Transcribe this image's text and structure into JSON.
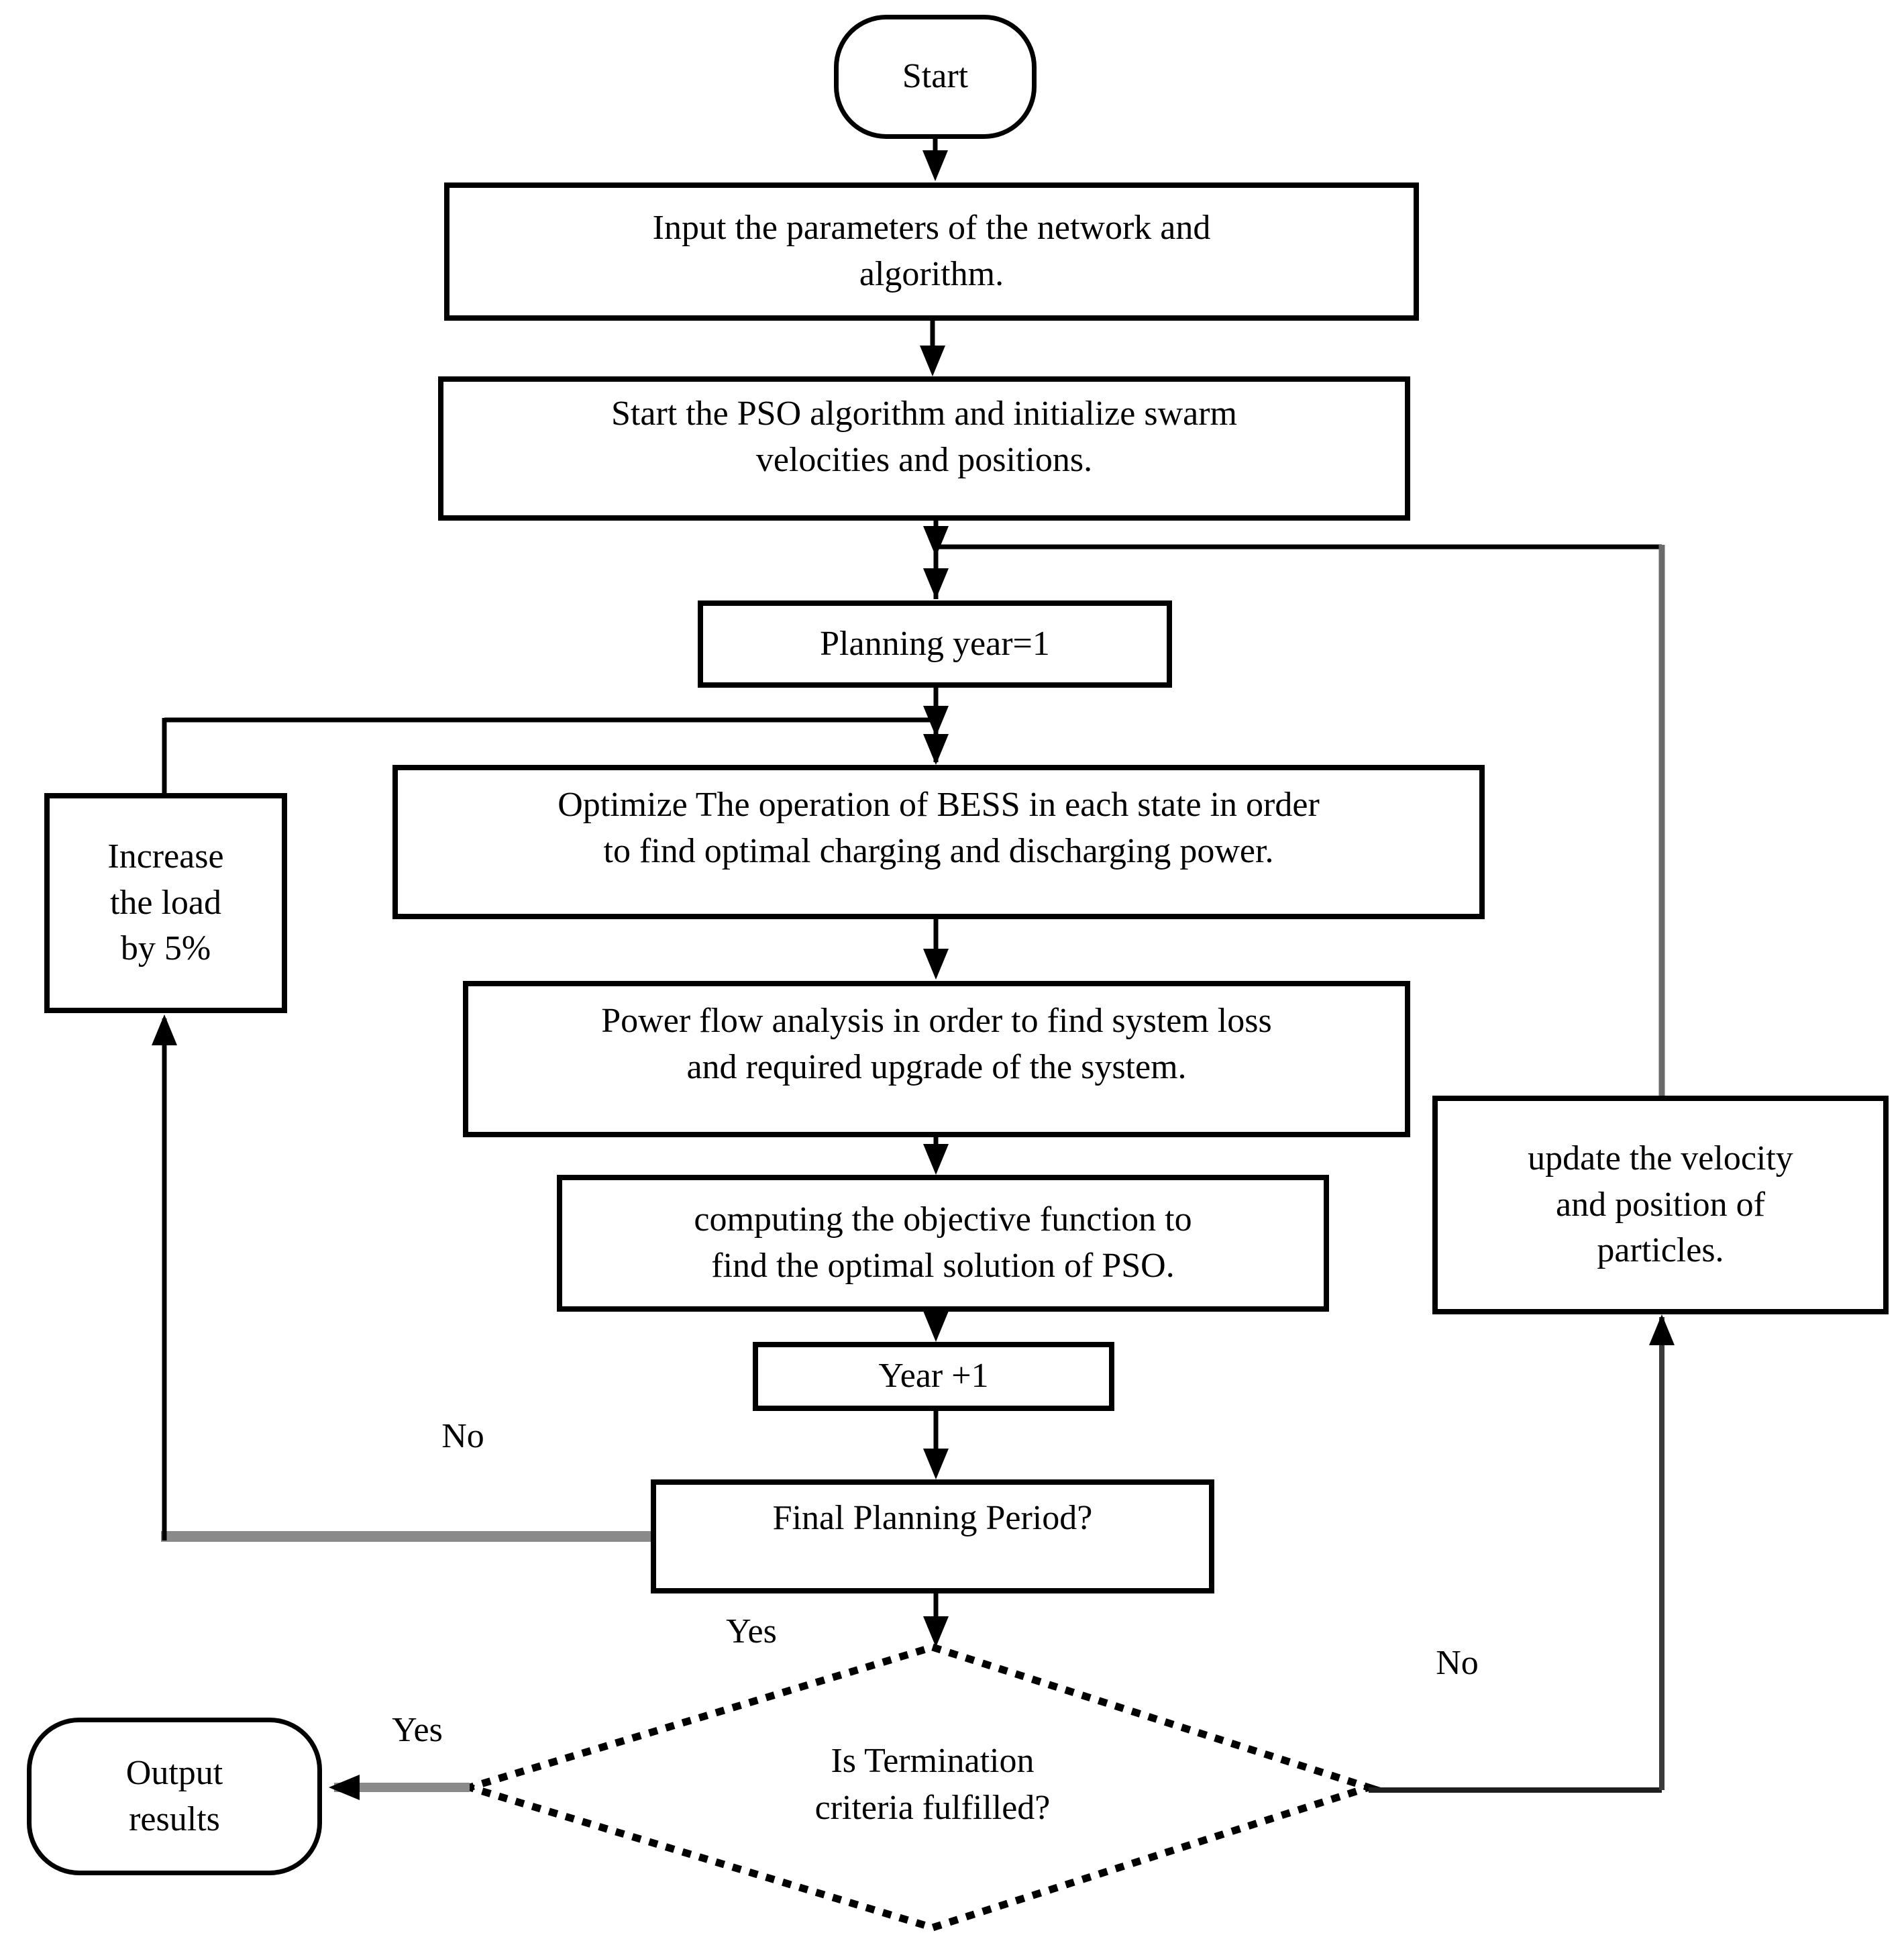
{
  "diagram": {
    "type": "flowchart",
    "colors": {
      "line_black": "#000000",
      "loop_gray": "#8a8a8a",
      "feedback_gray": "#5a5a5a",
      "background": "#ffffff"
    },
    "nodes": {
      "start": {
        "label": "Start",
        "shape": "stadium"
      },
      "input_params": {
        "label": "Input the parameters of the network and\nalgorithm.",
        "shape": "rect"
      },
      "start_pso": {
        "label": "Start the PSO algorithm and initialize swarm\nvelocities and positions.",
        "shape": "rect"
      },
      "planning_year": {
        "label": "Planning year=1",
        "shape": "rect"
      },
      "optimize_bess": {
        "label": "Optimize The operation of BESS in each state in order\nto find optimal charging and discharging power.",
        "shape": "rect"
      },
      "power_flow": {
        "label": "Power flow analysis in order to find system loss\nand required upgrade of the system.",
        "shape": "rect"
      },
      "objective": {
        "label": "computing the objective function to\nfind the optimal solution of PSO.",
        "shape": "rect"
      },
      "year_plus": {
        "label": "Year +1",
        "shape": "rect"
      },
      "final_period": {
        "label": "Final Planning Period?",
        "shape": "rect"
      },
      "increase_load": {
        "label": "Increase\nthe load\nby 5%",
        "shape": "rect"
      },
      "update_particles": {
        "label": "update the velocity\nand position of\nparticles.",
        "shape": "rect"
      },
      "termination": {
        "label": "Is Termination\ncriteria fulfilled?",
        "shape": "diamond"
      },
      "output_results": {
        "label": "Output\nresults",
        "shape": "stadium"
      }
    },
    "edge_labels": {
      "no_left": "No",
      "yes_final": "Yes",
      "yes_output": "Yes",
      "no_right": "No"
    }
  }
}
